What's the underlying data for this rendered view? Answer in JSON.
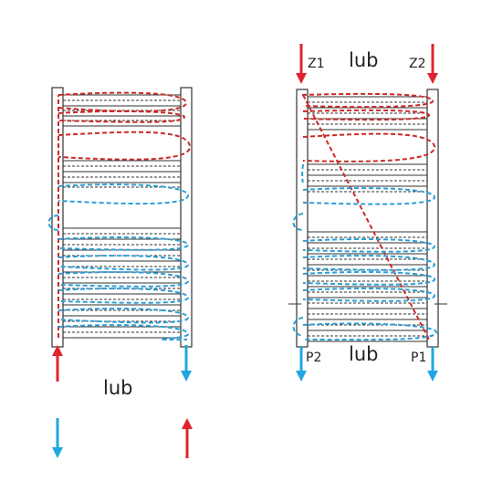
{
  "labels": {
    "left_lub": "lub",
    "right_lub_top": "lub",
    "right_lub_bottom": "lub",
    "z1": "Z1",
    "z2": "Z2",
    "p1": "P1",
    "p2": "P2"
  },
  "colors": {
    "hot": "#e0242f",
    "hot_dash": "#cc2a2a",
    "cold": "#1ea7e0",
    "cold_dash": "#2b9fd8",
    "frame": "#333333"
  }
}
